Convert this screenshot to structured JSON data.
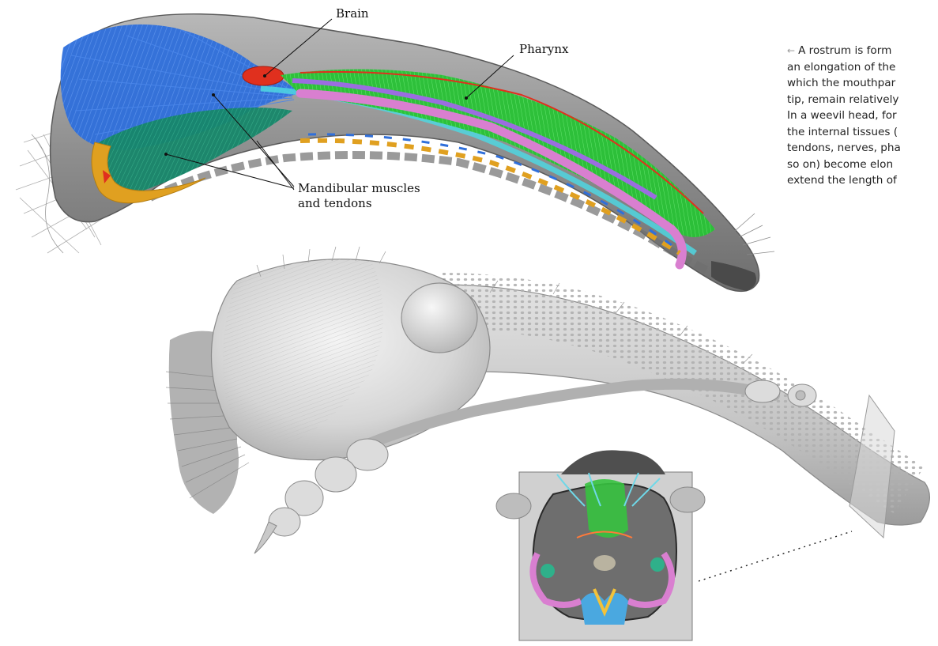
{
  "labels": {
    "brain": "Brain",
    "pharynx": "Pharynx",
    "muscles_line1": "Mandibular muscles",
    "muscles_line2": "and tendons"
  },
  "caption": {
    "arrow": "←",
    "lines": [
      "A rostrum is form",
      "an elongation of the",
      "which the mouthpar",
      "tip, remain relatively",
      "In a weevil head, for",
      "the internal tissues (",
      "tendons, nerves, pha",
      "so on) become elon",
      "extend the length of"
    ]
  },
  "colors": {
    "cuticle": "#9a9a9a",
    "muscle_blue": "#2f6fdb",
    "muscle_teal": "#1b8f6a",
    "pharynx_green": "#2fcf3a",
    "brain_red": "#e0301e",
    "fat_orange": "#e0a020",
    "pink": "#d97fd0",
    "cyan": "#4fd6e0",
    "leader": "#111111"
  }
}
